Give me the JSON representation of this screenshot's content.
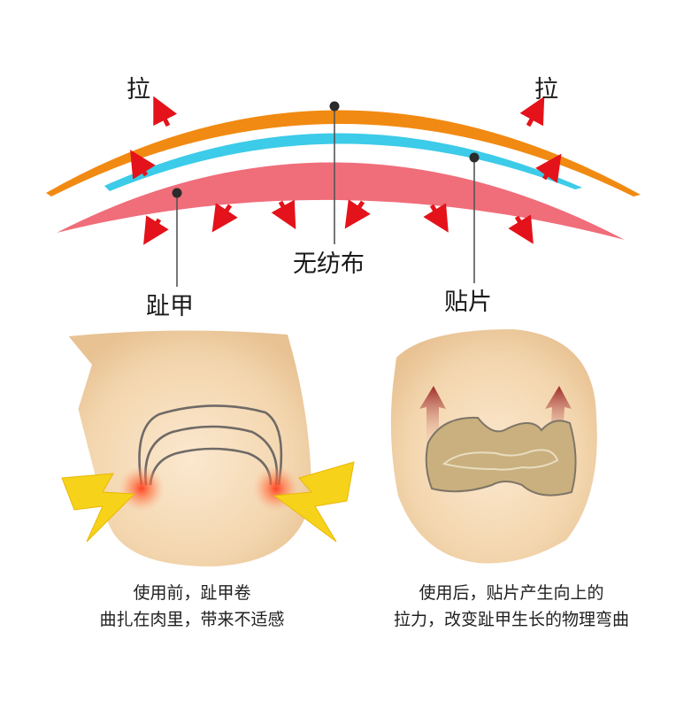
{
  "top_diagram": {
    "pull_left": "拉",
    "pull_right": "拉",
    "nonwoven_label": "无纺布",
    "toenail_label": "趾甲",
    "patch_label": "贴片"
  },
  "before_panel": {
    "caption_line1": "使用前，趾甲卷",
    "caption_line2": "曲扎在肉里，带来不适感"
  },
  "after_panel": {
    "caption_line1": "使用后，贴片产生向上的",
    "caption_line2": "拉力，改变趾甲生长的物理弯曲"
  },
  "colors": {
    "nonwoven_layer": "#f18a12",
    "patch_layer": "#3ccbe8",
    "toenail_layer": "#f06d7a",
    "arrow": "#e4121a",
    "skin": "#f3d9b4",
    "pain_bolt": "#f6d21b",
    "patch_fill": "#c9b07e",
    "lift_arrow": "#a8302c"
  }
}
